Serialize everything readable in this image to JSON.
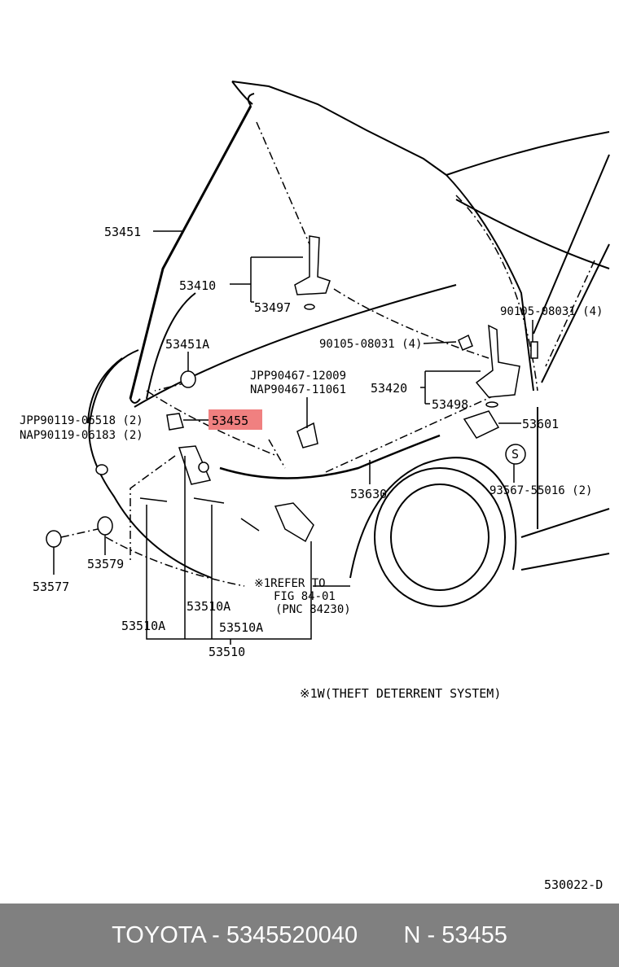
{
  "labels": {
    "p53451": "53451",
    "p53410": "53410",
    "p53497": "53497",
    "p53451A": "53451A",
    "p53455": "53455",
    "jpp_a": "JPP90119-06518 (2)",
    "nap_a": "NAP90119-06183 (2)",
    "jpp_b": "JPP90467-12009",
    "nap_b": "NAP90467-11061",
    "bolt_left": "90105-08031 (4)",
    "bolt_right": "90105-08031 (4)",
    "p53420": "53420",
    "p53498": "53498",
    "p53601": "53601",
    "p93567": "93567-55016 (2)",
    "s_mark": "S",
    "p53630": "53630",
    "p53579": "53579",
    "p53577": "53577",
    "p53510A_1": "53510A",
    "p53510A_2": "53510A",
    "p53510A_3": "53510A",
    "p53510": "53510",
    "refer_1": "※1REFER TO",
    "refer_2": "FIG 84-01",
    "refer_3": "(PNC 84230)",
    "note": "※1W(THEFT DETERRENT SYSTEM)",
    "drawing_id": "530022-D"
  },
  "highlight_color": "#f08080",
  "footer": {
    "text": "TOYOTA - 5345520040       N - 53455"
  }
}
